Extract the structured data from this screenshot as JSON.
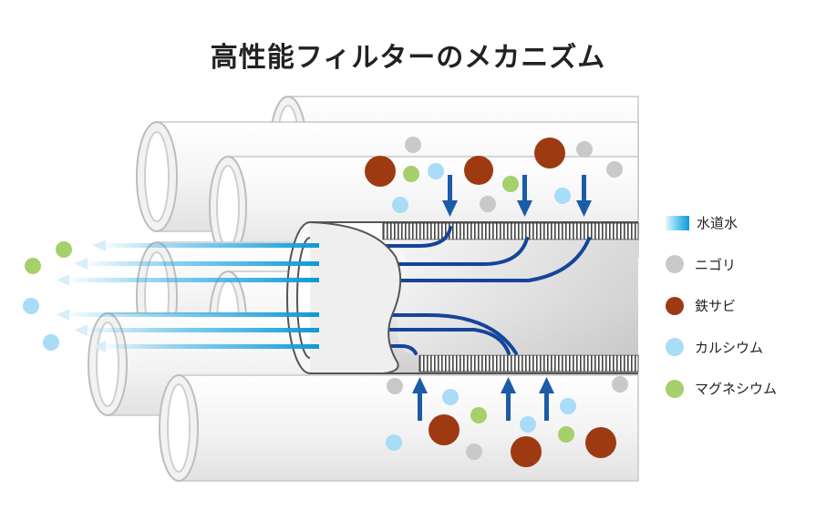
{
  "title": "高性能フィルターのメカニズム",
  "colors": {
    "water": "#0d98d8",
    "turbidity": "#c9c9c9",
    "rust": "#9e3a12",
    "calcium": "#a9dcf6",
    "magnesium": "#a6d06b",
    "arrow": "#1a5ca8",
    "flow_line": "#15449a"
  },
  "legend": [
    {
      "key": "water",
      "label": "水道水",
      "swatch": "gradient-bar"
    },
    {
      "key": "turbidity",
      "label": "ニゴリ",
      "swatch": "circle"
    },
    {
      "key": "rust",
      "label": "鉄サビ",
      "swatch": "circle"
    },
    {
      "key": "calcium",
      "label": "カルシウム",
      "swatch": "circle"
    },
    {
      "key": "magnesium",
      "label": "マグネシウム",
      "swatch": "circle"
    }
  ]
}
